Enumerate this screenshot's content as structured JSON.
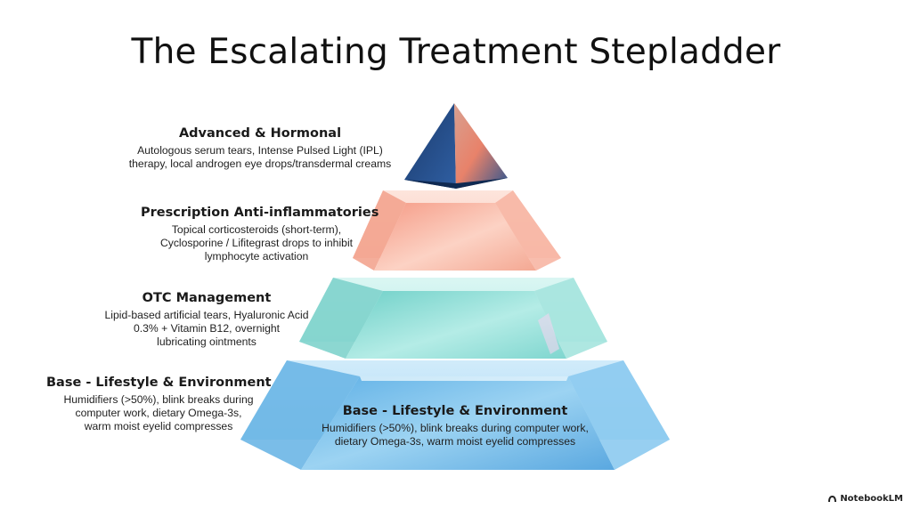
{
  "title": "The Escalating Treatment Stepladder",
  "tiers": [
    {
      "id": "advanced",
      "heading": "Advanced & Hormonal",
      "description": "Autologous serum tears, Intense Pulsed Light (IPL)\ntherapy, local androgen eye drops/transdermal creams",
      "color": "#1f3f73"
    },
    {
      "id": "prescription",
      "heading": "Prescription Anti-inflammatories",
      "description": "Topical corticosteroids (short-term),\nCyclosporine / Lifitegrast drops to inhibit\nlymphocyte activation",
      "color": "#f4a38e"
    },
    {
      "id": "otc",
      "heading": "OTC Management",
      "description": "Lipid-based artificial tears, Hyaluronic Acid\n0.3% + Vitamin B12, overnight\nlubricating ointments",
      "color": "#8fdbd5"
    },
    {
      "id": "base",
      "heading": "Base - Lifestyle & Environment",
      "description": "Humidifiers (>50%), blink breaks during\ncomputer work, dietary Omega-3s,\nwarm moist eyelid compresses",
      "color": "#7cc0ea"
    }
  ],
  "base_center": {
    "heading": "Base - Lifestyle & Environment",
    "description": "Humidifiers (>50%), blink breaks during computer work,\ndietary Omega-3s, warm moist eyelid compresses"
  },
  "brand": "NotebookLM"
}
